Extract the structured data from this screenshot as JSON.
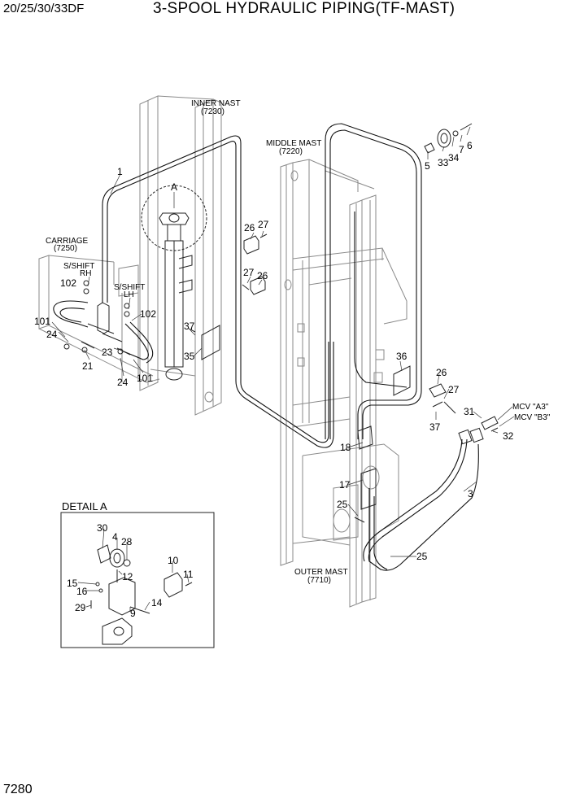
{
  "header": {
    "model": "20/25/30/33DF",
    "title": "3-SPOOL HYDRAULIC PIPING(TF-MAST)"
  },
  "page_number": "7280",
  "labels": {
    "inner_mast": "INNER NAST",
    "inner_mast_code": "(7230)",
    "middle_mast": "MIDDLE MAST",
    "middle_mast_code": "(7220)",
    "carriage": "CARRIAGE",
    "carriage_code": "(7250)",
    "outer_mast": "OUTER MAST",
    "outer_mast_code": "(7710)",
    "sshift_rh_1": "S/SHIFT",
    "sshift_rh_2": "RH",
    "sshift_lh_1": "S/SHIFT",
    "sshift_lh_2": "LH",
    "mcv_a3": "MCV \"A3\"",
    "mcv_b3": "MCV \"B3\"",
    "detail_ref": "A",
    "detail_title": "DETAIL A"
  },
  "callouts": {
    "p1": "1",
    "p3": "3",
    "p5": "5",
    "p6": "6",
    "p7": "7",
    "p33": "33",
    "p34": "34",
    "p26a": "26",
    "p27a": "27",
    "p27b": "27",
    "p26b": "26",
    "p37a": "37",
    "p35": "35",
    "p102a": "102",
    "p102b": "102",
    "p101a": "101",
    "p24a": "24",
    "p21": "21",
    "p23": "23",
    "p24b": "24",
    "p101b": "101",
    "p36": "36",
    "p26c": "26",
    "p27c": "27",
    "p31": "31",
    "p37b": "37",
    "p32": "32",
    "p18": "18",
    "p17": "17",
    "p25a": "25",
    "p25b": "25",
    "d30": "30",
    "d4": "4",
    "d28": "28",
    "d12": "12",
    "d10": "10",
    "d11": "11",
    "d15": "15",
    "d16": "16",
    "d29": "29",
    "d14": "14",
    "d9": "9"
  }
}
